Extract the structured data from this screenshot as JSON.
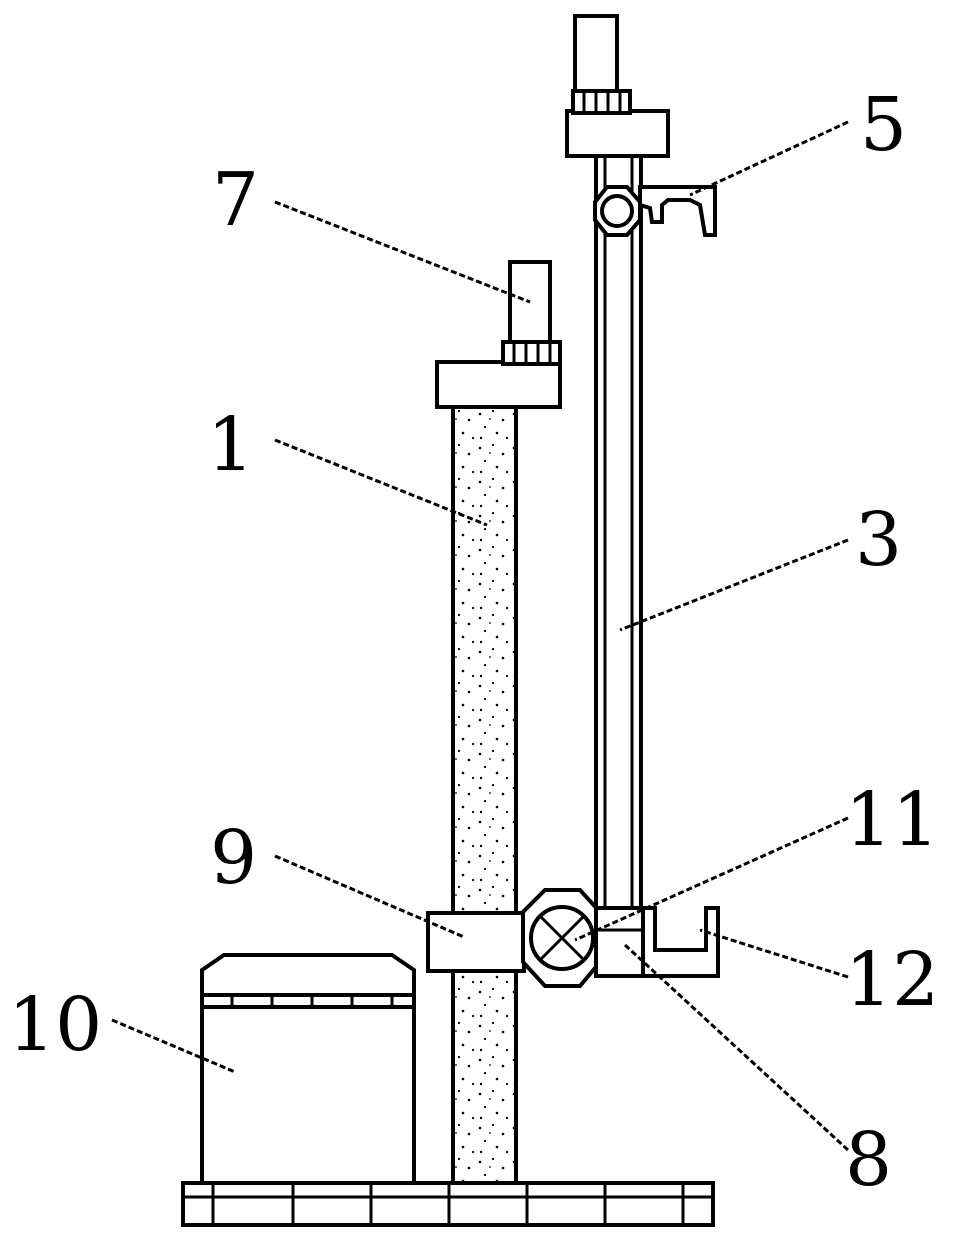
{
  "labels": {
    "l1": "1",
    "l3": "3",
    "l5": "5",
    "l7": "7",
    "l8": "8",
    "l9": "9",
    "l10": "10",
    "l11": "11",
    "l12": "12"
  }
}
